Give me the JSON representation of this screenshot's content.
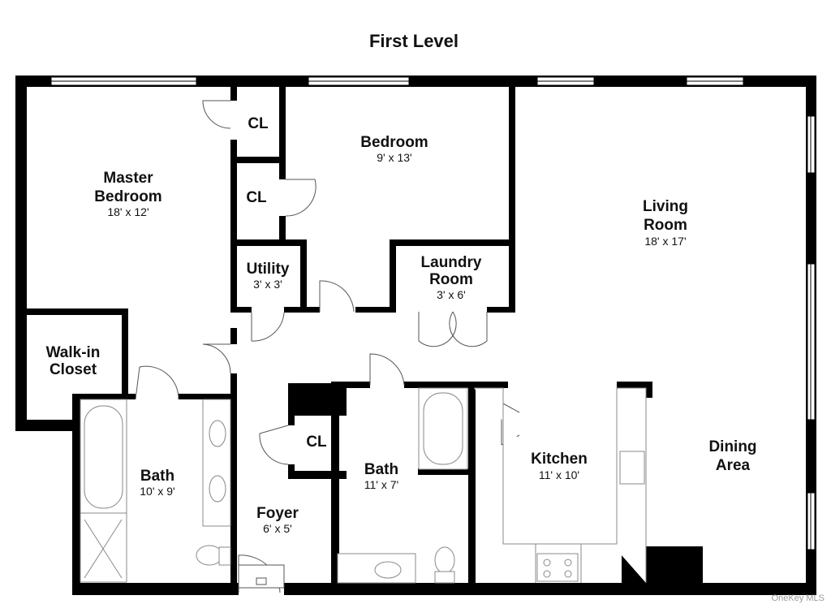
{
  "plan": {
    "title": "First Level",
    "watermark": "OneKey MLS",
    "wall_color": "#000000",
    "fixture_color": "#888888",
    "rooms": {
      "master_bedroom": {
        "line1": "Master",
        "line2": "Bedroom",
        "dims": "18' x 12'"
      },
      "cl_top": {
        "name": "CL"
      },
      "cl_mid": {
        "name": "CL"
      },
      "bedroom": {
        "name": "Bedroom",
        "dims": "9' x 13'"
      },
      "living_room": {
        "line1": "Living",
        "line2": "Room",
        "dims": "18' x 17'"
      },
      "utility": {
        "name": "Utility",
        "dims": "3' x 3'"
      },
      "laundry_room": {
        "line1": "Laundry",
        "line2": "Room",
        "dims": "3' x 6'"
      },
      "walkin_closet": {
        "line1": "Walk-in",
        "line2": "Closet"
      },
      "bath_left": {
        "name": "Bath",
        "dims": "10' x 9'"
      },
      "cl_foyer": {
        "name": "CL"
      },
      "bath_mid": {
        "name": "Bath",
        "dims": "11' x 7'"
      },
      "kitchen": {
        "name": "Kitchen",
        "dims": "11' x 10'"
      },
      "dining_area": {
        "line1": "Dining",
        "line2": "Area"
      },
      "foyer": {
        "name": "Foyer",
        "dims": "6' x 5'"
      }
    }
  }
}
